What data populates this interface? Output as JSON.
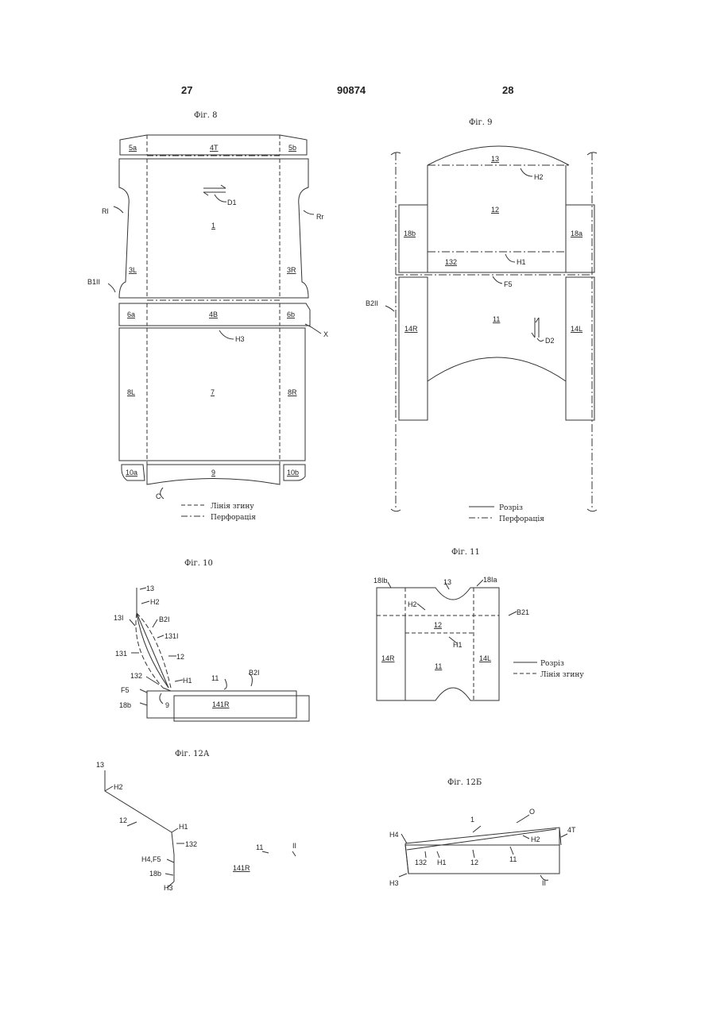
{
  "header": {
    "left": "27",
    "center": "90874",
    "right": "28"
  },
  "figures": {
    "f8": {
      "title": "Фіг. 8"
    },
    "f9": {
      "title": "Фіг. 9"
    },
    "f10": {
      "title": "Фіг. 10"
    },
    "f11": {
      "title": "Фіг. 11"
    },
    "f12a": {
      "title": "Фіг. 12А"
    },
    "f12b": {
      "title": "Фіг. 12Б"
    }
  },
  "legends": {
    "f8": {
      "fold": "Лінія згину",
      "perf": "Перфорація"
    },
    "f9": {
      "cut": "Розріз",
      "perf": "Перфорація"
    },
    "f11": {
      "cut": "Розріз",
      "fold": "Лінія згину"
    }
  },
  "labels": {
    "f8": [
      "5a",
      "4T",
      "5b",
      "D1",
      "1",
      "Rl",
      "Rr",
      "3L",
      "3R",
      "B1II",
      "6a",
      "4B",
      "6b",
      "X",
      "H3",
      "8L",
      "7",
      "8R",
      "10a",
      "9",
      "10b",
      "C"
    ],
    "f9": [
      "13",
      "H2",
      "12",
      "18b",
      "18a",
      "132",
      "H1",
      "F5",
      "B2II",
      "11",
      "14R",
      "14L",
      "D2"
    ],
    "f10": [
      "13",
      "H2",
      "13I",
      "B2I",
      "131I",
      "131",
      "12",
      "132",
      "H1",
      "11",
      "B2I",
      "F5",
      "9",
      "141R",
      "18b"
    ],
    "f11": [
      "18Ib",
      "13",
      "18Ia",
      "H2",
      "B21",
      "12",
      "H1",
      "14R",
      "11",
      "14L"
    ],
    "f12a": [
      "13",
      "H2",
      "12",
      "H1",
      "132",
      "11",
      "II",
      "H4,F5",
      "141R",
      "18b",
      "H3"
    ],
    "f12b": [
      "O",
      "1",
      "4T",
      "H4",
      "H2",
      "132",
      "H1",
      "12",
      "11",
      "H3",
      "II"
    ]
  }
}
